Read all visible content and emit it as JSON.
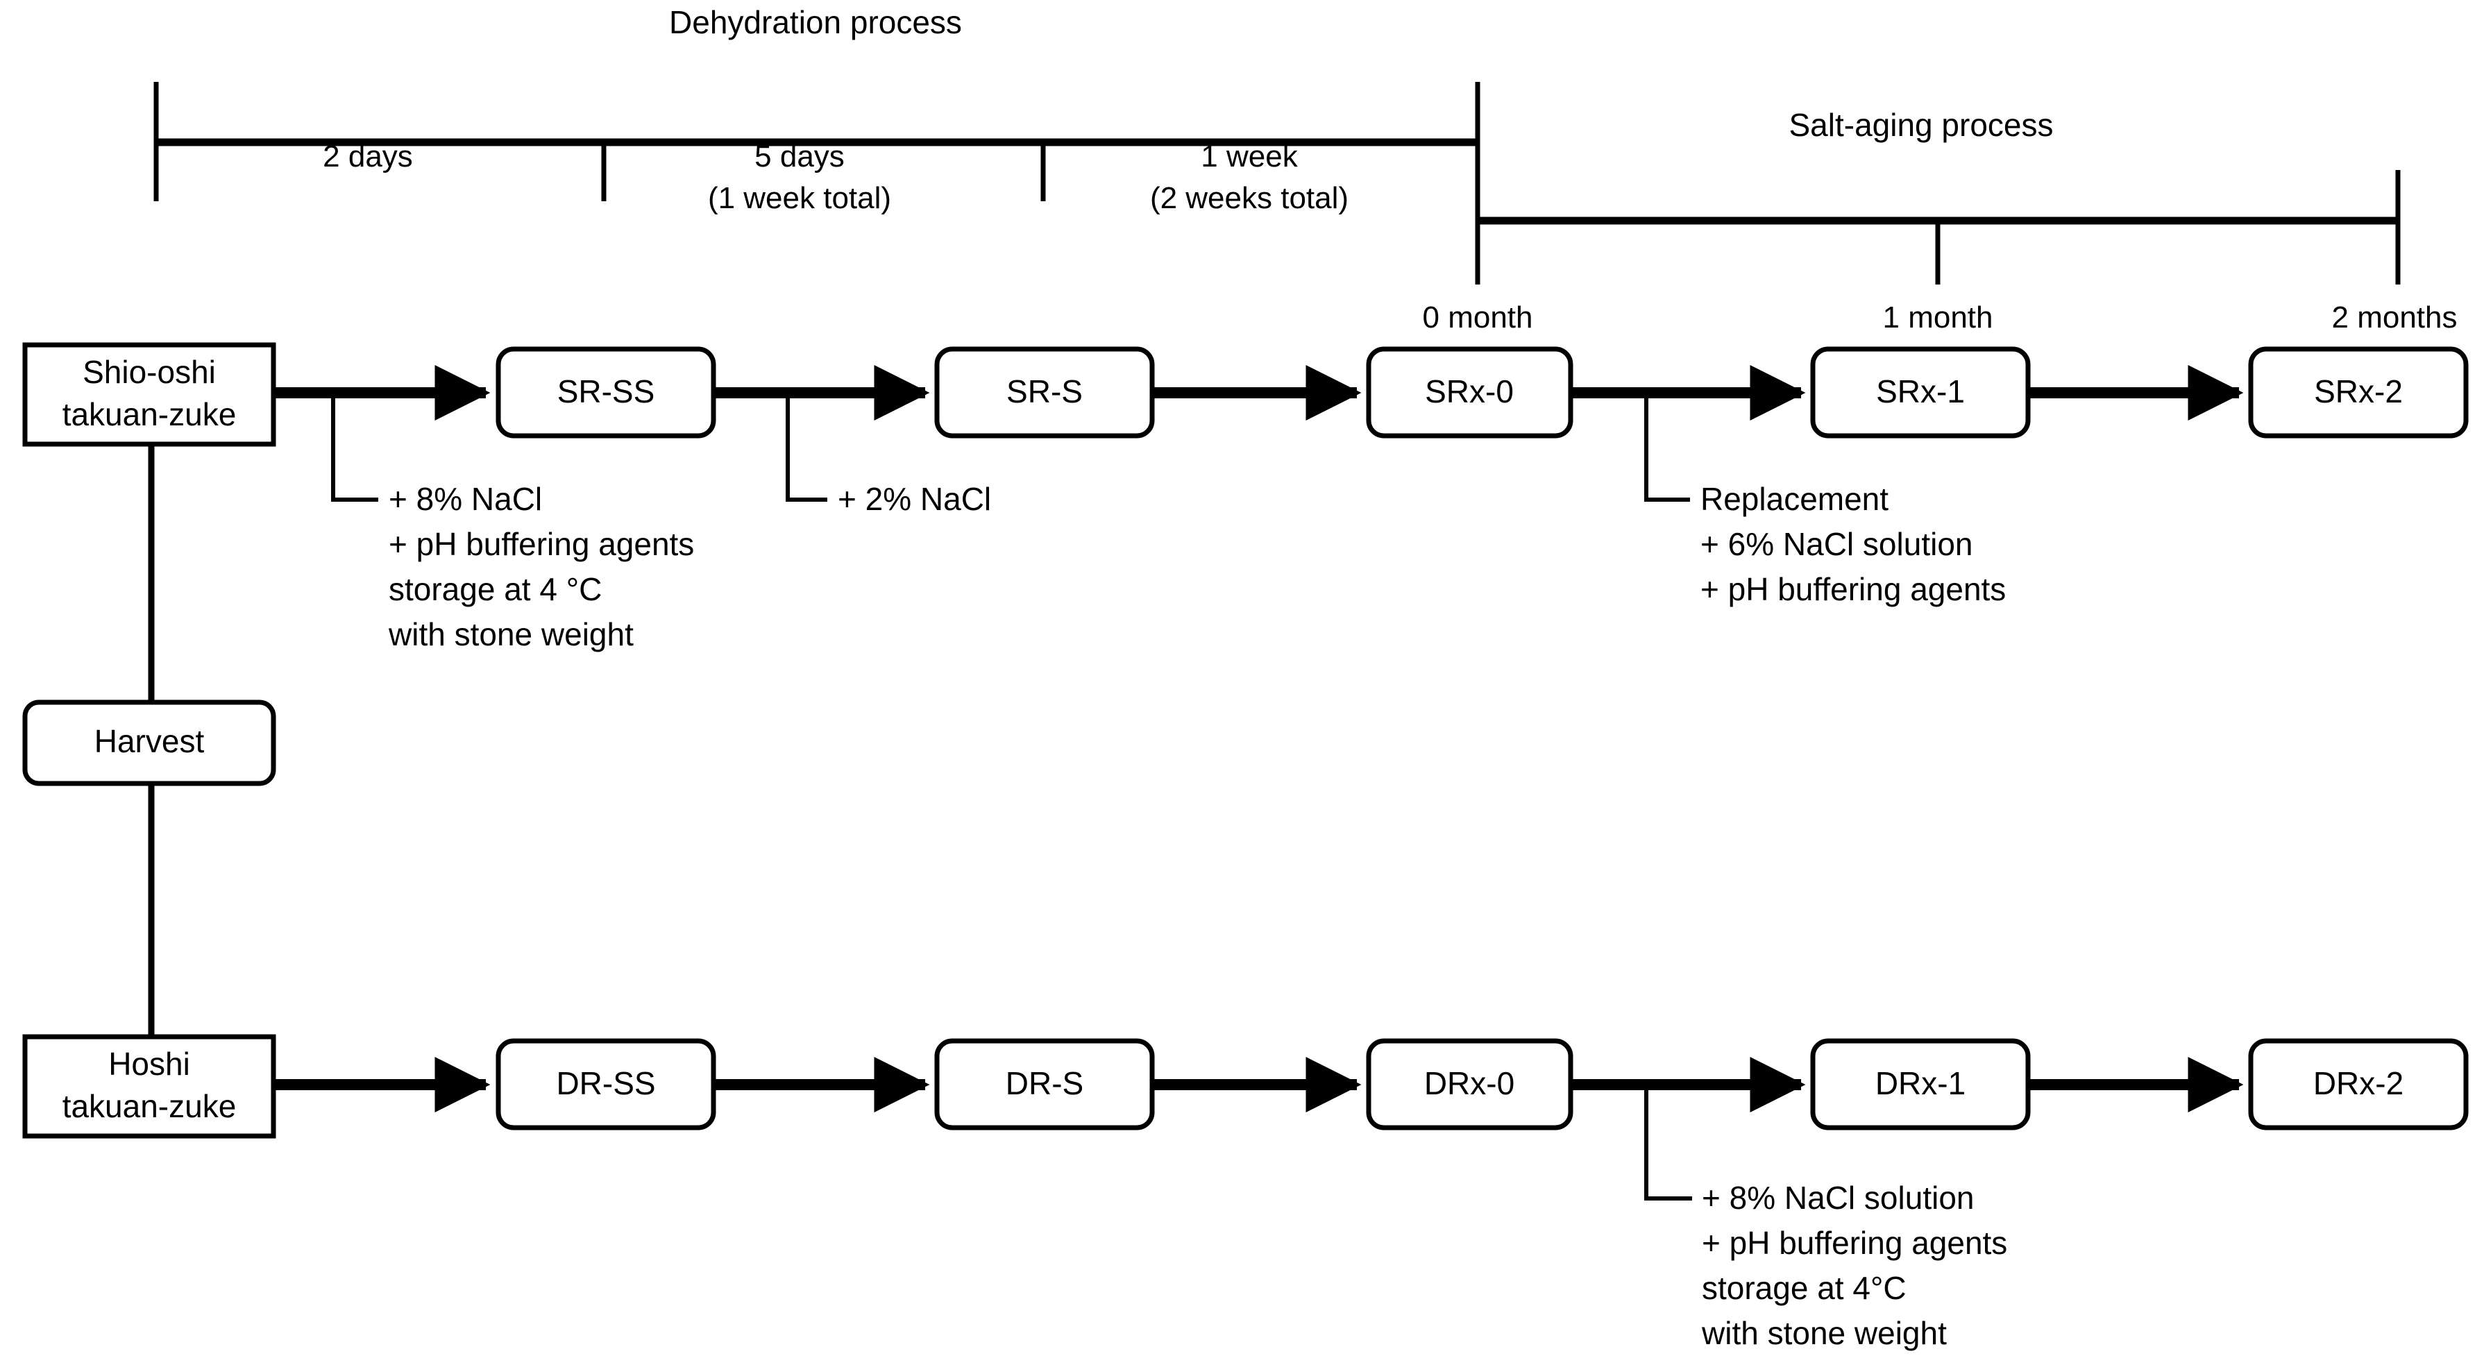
{
  "figure": {
    "kind": "process-flow-diagram",
    "background_color": "#ffffff",
    "line_color": "#000000"
  },
  "timeline": {
    "dehydration": {
      "title": "Dehydration process",
      "segments": [
        {
          "label_line1": "2 days",
          "label_line2": ""
        },
        {
          "label_line1": "5 days",
          "label_line2": "(1 week total)"
        },
        {
          "label_line1": "1 week",
          "label_line2": "(2 weeks total)"
        }
      ]
    },
    "salt_aging": {
      "title": "Salt-aging process",
      "ticks": [
        {
          "label": "0 month"
        },
        {
          "label": "1 month"
        },
        {
          "label": "2 months"
        }
      ]
    }
  },
  "source_nodes": {
    "shio_oshi": {
      "line1": "Shio-oshi",
      "line2": "takuan-zuke"
    },
    "harvest": {
      "label": "Harvest"
    },
    "hoshi": {
      "line1": "Hoshi",
      "line2": "takuan-zuke"
    }
  },
  "rows": {
    "salt_row": {
      "nodes": [
        {
          "label": "SR-SS"
        },
        {
          "label": "SR-S"
        },
        {
          "label": "SRx-0"
        },
        {
          "label": "SRx-1"
        },
        {
          "label": "SRx-2"
        }
      ]
    },
    "dry_row": {
      "nodes": [
        {
          "label": "DR-SS"
        },
        {
          "label": "DR-S"
        },
        {
          "label": "DRx-0"
        },
        {
          "label": "DRx-1"
        },
        {
          "label": "DRx-2"
        }
      ]
    }
  },
  "annotations": {
    "salt_initial": {
      "lines": [
        "+ 8% NaCl",
        "+ pH buffering agents",
        "storage at 4 °C",
        "with stone weight"
      ]
    },
    "salt_second": {
      "lines": [
        "+ 2% NaCl"
      ]
    },
    "salt_replacement": {
      "lines": [
        "Replacement",
        "+ 6% NaCl solution",
        "+ pH buffering agents"
      ]
    },
    "dry_replacement": {
      "lines": [
        "+ 8% NaCl solution",
        "+ pH buffering agents",
        "storage at 4°C",
        "with stone weight"
      ]
    }
  }
}
